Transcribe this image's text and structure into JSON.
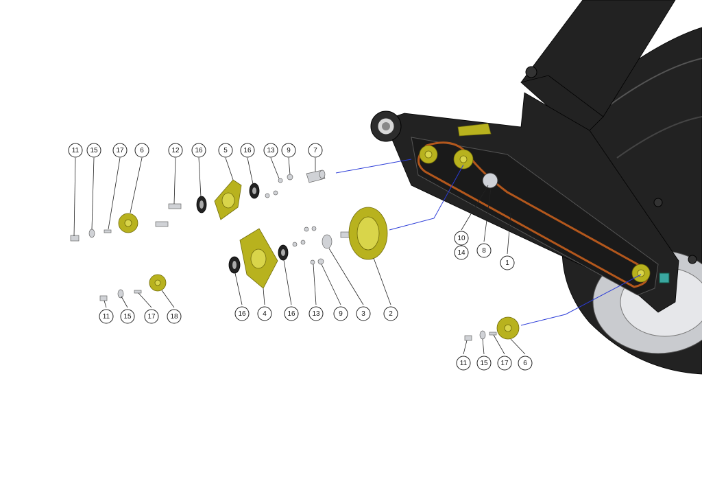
{
  "diagram": {
    "type": "exploded-parts-view",
    "callouts": [
      {
        "id": "c-11a",
        "label": "11"
      },
      {
        "id": "c-15a",
        "label": "15"
      },
      {
        "id": "c-17a",
        "label": "17"
      },
      {
        "id": "c-6a",
        "label": "6"
      },
      {
        "id": "c-12",
        "label": "12"
      },
      {
        "id": "c-16a",
        "label": "16"
      },
      {
        "id": "c-5",
        "label": "5"
      },
      {
        "id": "c-16b",
        "label": "16"
      },
      {
        "id": "c-13a",
        "label": "13"
      },
      {
        "id": "c-9a",
        "label": "9"
      },
      {
        "id": "c-7",
        "label": "7"
      },
      {
        "id": "c-11b",
        "label": "11"
      },
      {
        "id": "c-15b",
        "label": "15"
      },
      {
        "id": "c-17b",
        "label": "17"
      },
      {
        "id": "c-18",
        "label": "18"
      },
      {
        "id": "c-16c",
        "label": "16"
      },
      {
        "id": "c-4",
        "label": "4"
      },
      {
        "id": "c-16d",
        "label": "16"
      },
      {
        "id": "c-13b",
        "label": "13"
      },
      {
        "id": "c-9b",
        "label": "9"
      },
      {
        "id": "c-3",
        "label": "3"
      },
      {
        "id": "c-2",
        "label": "2"
      },
      {
        "id": "c-10",
        "label": "10"
      },
      {
        "id": "c-14",
        "label": "14"
      },
      {
        "id": "c-8",
        "label": "8"
      },
      {
        "id": "c-1",
        "label": "1"
      },
      {
        "id": "c-11c",
        "label": "11"
      },
      {
        "id": "c-15c",
        "label": "15"
      },
      {
        "id": "c-17c",
        "label": "17"
      },
      {
        "id": "c-6b",
        "label": "6"
      }
    ],
    "colors": {
      "part_gear": "#b8b21e",
      "chain": "#b3571c",
      "frame": "#222222",
      "leader_blue": "#2a3bd8"
    }
  }
}
